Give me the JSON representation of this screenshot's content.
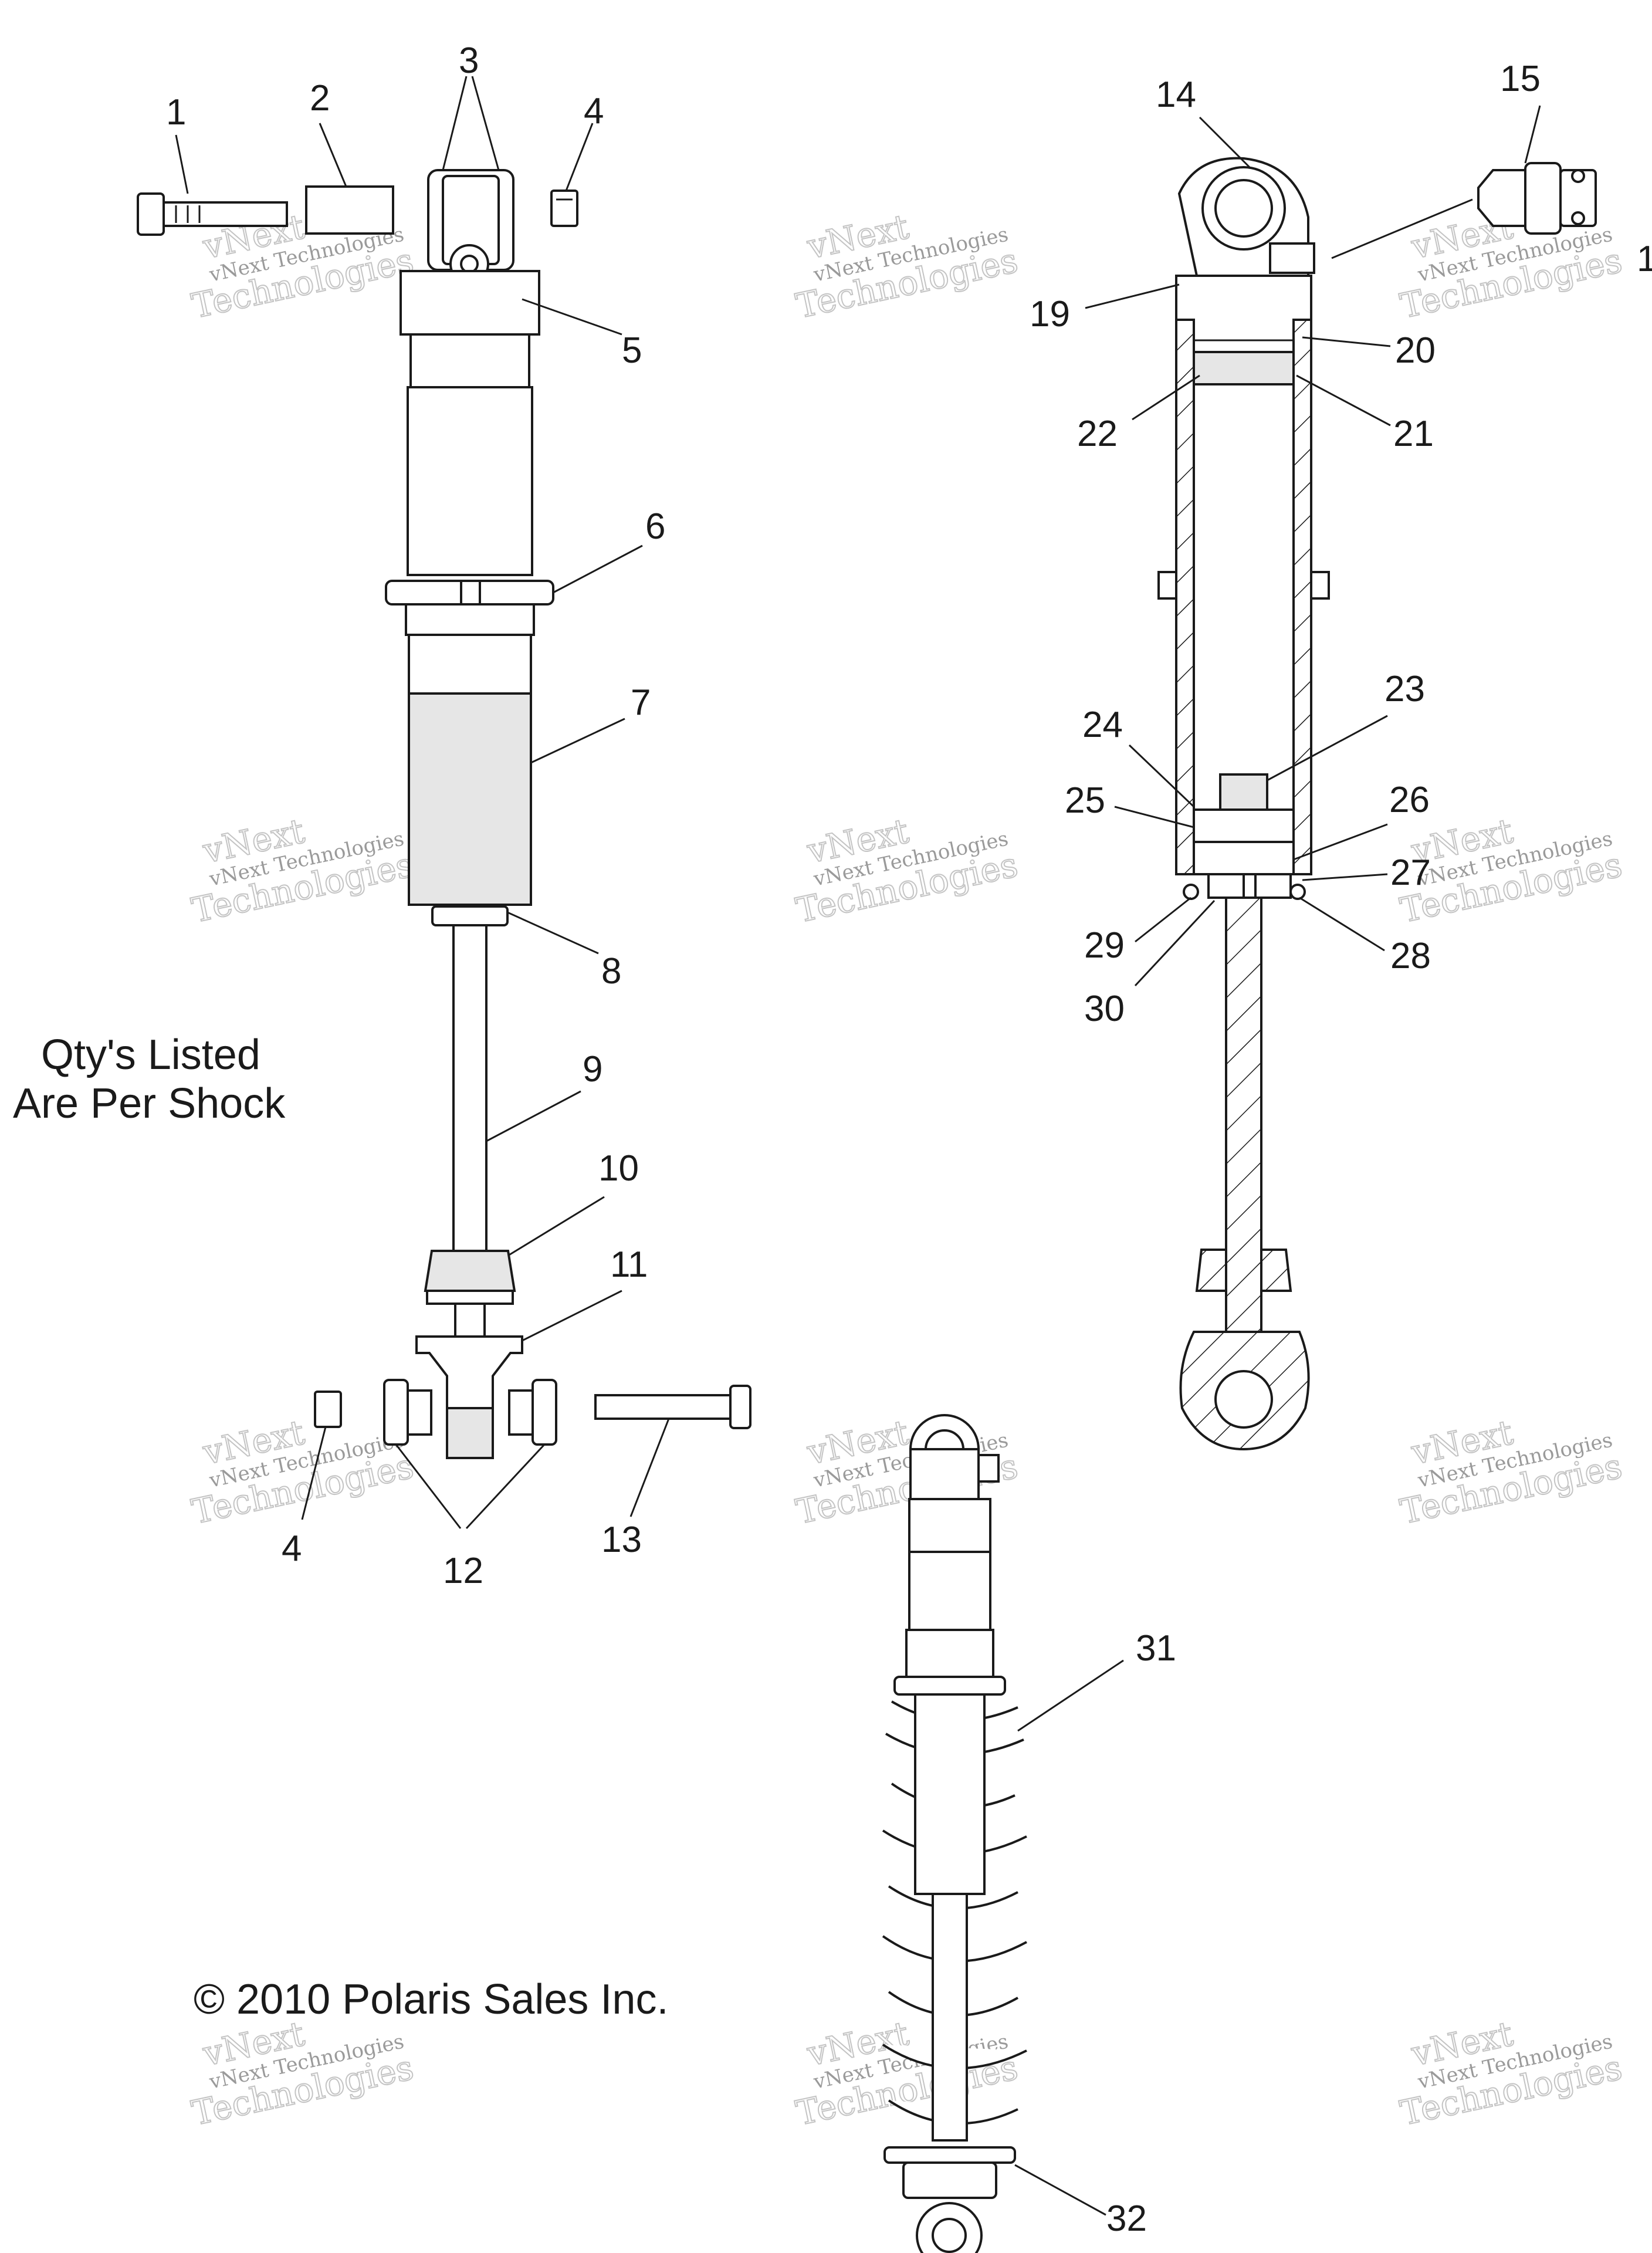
{
  "note_lines": [
    "Qty's Listed",
    "Are Per Shock"
  ],
  "copyright": "© 2010 Polaris Sales Inc.",
  "watermark": {
    "line1": "vNext Technologies",
    "line2": "Technologies",
    "line3": "vNext"
  },
  "callouts": [
    "1",
    "2",
    "3",
    "4",
    "5",
    "6",
    "7",
    "8",
    "9",
    "10",
    "11",
    "12",
    "13",
    "4",
    "14",
    "15",
    "1",
    "19",
    "20",
    "21",
    "22",
    "23",
    "24",
    "25",
    "26",
    "27",
    "28",
    "29",
    "30",
    "31",
    "32"
  ]
}
